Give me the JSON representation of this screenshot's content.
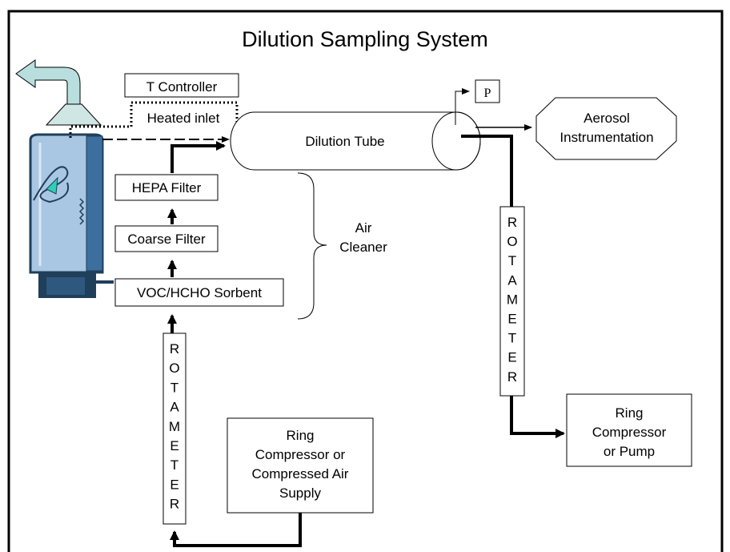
{
  "title": "Dilution Sampling System",
  "components": {
    "t_controller": "T Controller",
    "heated_inlet": "Heated inlet",
    "dilution_tube": "Dilution Tube",
    "pressure_port": "P",
    "aerosol_instrumentation": [
      "Aerosol",
      "Instrumentation"
    ],
    "hepa_filter": "HEPA Filter",
    "coarse_filter": "Coarse Filter",
    "voc_sorbent": "VOC/HCHO Sorbent",
    "air_cleaner": [
      "Air",
      "Cleaner"
    ],
    "rotameter_left": [
      "R",
      "O",
      "T",
      "A",
      "M",
      "E",
      "T",
      "E",
      "R"
    ],
    "rotameter_right": [
      "R",
      "O",
      "T",
      "A",
      "M",
      "E",
      "T",
      "E",
      "R"
    ],
    "ring_compressor_supply": [
      "Ring",
      "Compressor or",
      "Compressed Air",
      "Supply"
    ],
    "ring_compressor_pump": [
      "Ring",
      "Compressor",
      "or Pump"
    ]
  },
  "colors": {
    "frame": "#000000",
    "heater_body": "#a9c6e2",
    "heater_dark": "#1f3f5a",
    "hood": "#cfe6e4",
    "exhaust_arrow": "#b9dede"
  },
  "icons": {
    "heater": "space-heater-icon",
    "hood": "exhaust-hood-icon",
    "exhaust": "exhaust-arrow-icon"
  }
}
